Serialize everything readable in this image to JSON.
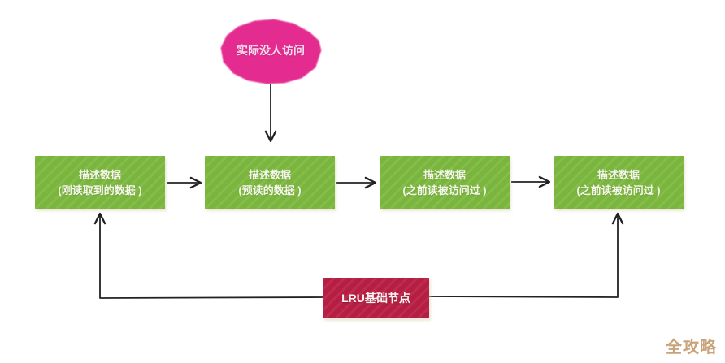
{
  "diagram": {
    "cloud": {
      "label": "实际没人访问",
      "fill": "#e32b90"
    },
    "nodes": [
      {
        "title": "描述数据",
        "subtitle": "(刚读取到的数据 )"
      },
      {
        "title": "描述数据",
        "subtitle": "(预读的数据 )"
      },
      {
        "title": "描述数据",
        "subtitle": "(之前读被访问过 )"
      },
      {
        "title": "描述数据",
        "subtitle": "(之前读被访问过 )"
      }
    ],
    "node_fill": "#7cb83e",
    "lru": {
      "label": "LRU基础节点",
      "fill": "#b91e44"
    },
    "connector_color": "#222222",
    "watermark": "全攻略"
  }
}
